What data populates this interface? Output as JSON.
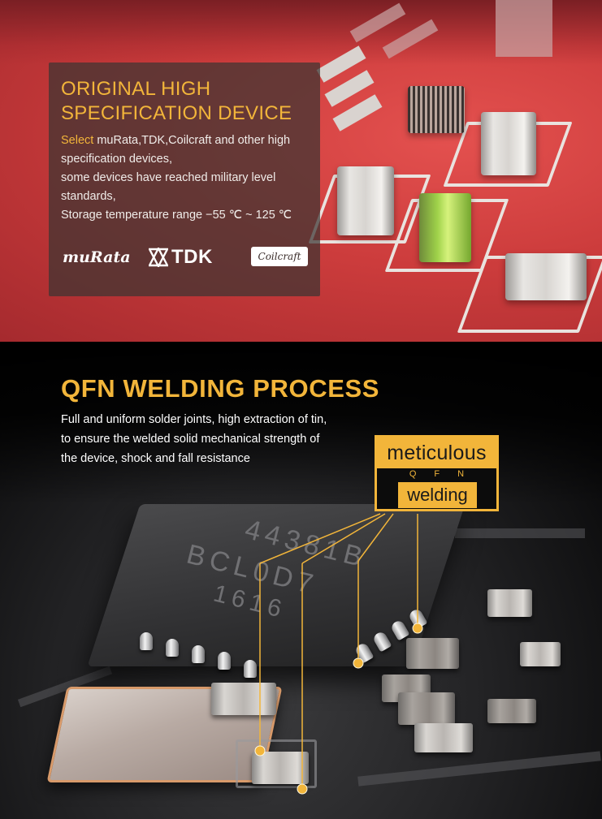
{
  "section1": {
    "title_line1": "ORIGINAL HIGH",
    "title_line2": "SPECIFICATION DEVICE",
    "body_highlight": "Select",
    "body_line1_rest": " muRata,TDK,Coilcraft and other high",
    "body_line2": "specification devices,",
    "body_line3": "some devices have reached military level",
    "body_line4": "standards,",
    "body_line5": "Storage temperature range −55 ℃ ~ 125 ℃",
    "logos": {
      "murata": "muRata",
      "tdk": "TDK",
      "coilcraft": "Coilcraft"
    },
    "accent_color": "#f2b53a"
  },
  "section2": {
    "title": "QFN WELDING PROCESS",
    "body_line1": "Full and uniform solder joints, high extraction of tin,",
    "body_line2": "to ensure the welded solid mechanical strength of",
    "body_line3": "the device, shock and fall resistance",
    "badge": {
      "top": "meticulous",
      "middle": "QFN",
      "bottom": "welding"
    },
    "chip_marking": {
      "line1": "44381B",
      "line2": "BCL0D7",
      "line3": "1616"
    },
    "accent_color": "#f2b53a"
  }
}
